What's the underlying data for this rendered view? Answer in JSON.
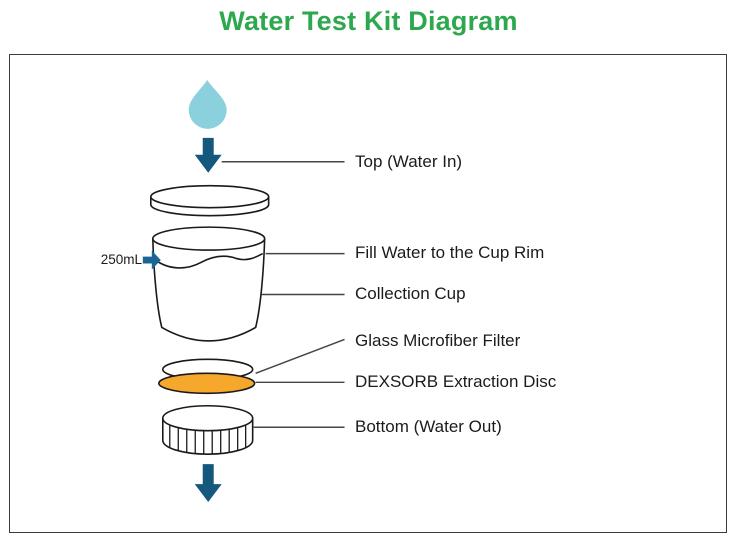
{
  "title": "Water Test Kit Diagram",
  "diagram": {
    "volume_marker": "250mL",
    "labels": {
      "top": "Top (Water In)",
      "fill_line": "Fill Water to the Cup Rim",
      "cup": "Collection Cup",
      "filter": "Glass Microfiber Filter",
      "disc": "DEXSORB Extraction Disc",
      "bottom": "Bottom (Water Out)"
    },
    "icons": {
      "water_drop": "water-drop-icon",
      "flow_arrow": "down-arrow-icon",
      "volume_arrow": "right-arrow-icon"
    }
  },
  "colors": {
    "title_green": "#2EA84F",
    "water_drop_blue": "#8AD0DD",
    "flow_arrow_blue": "#15587D",
    "volume_arrow_blue": "#1A6593",
    "extraction_disc_orange": "#F5A82B",
    "outline_dark": "#1A1A1A",
    "connector_gray": "#454545"
  }
}
